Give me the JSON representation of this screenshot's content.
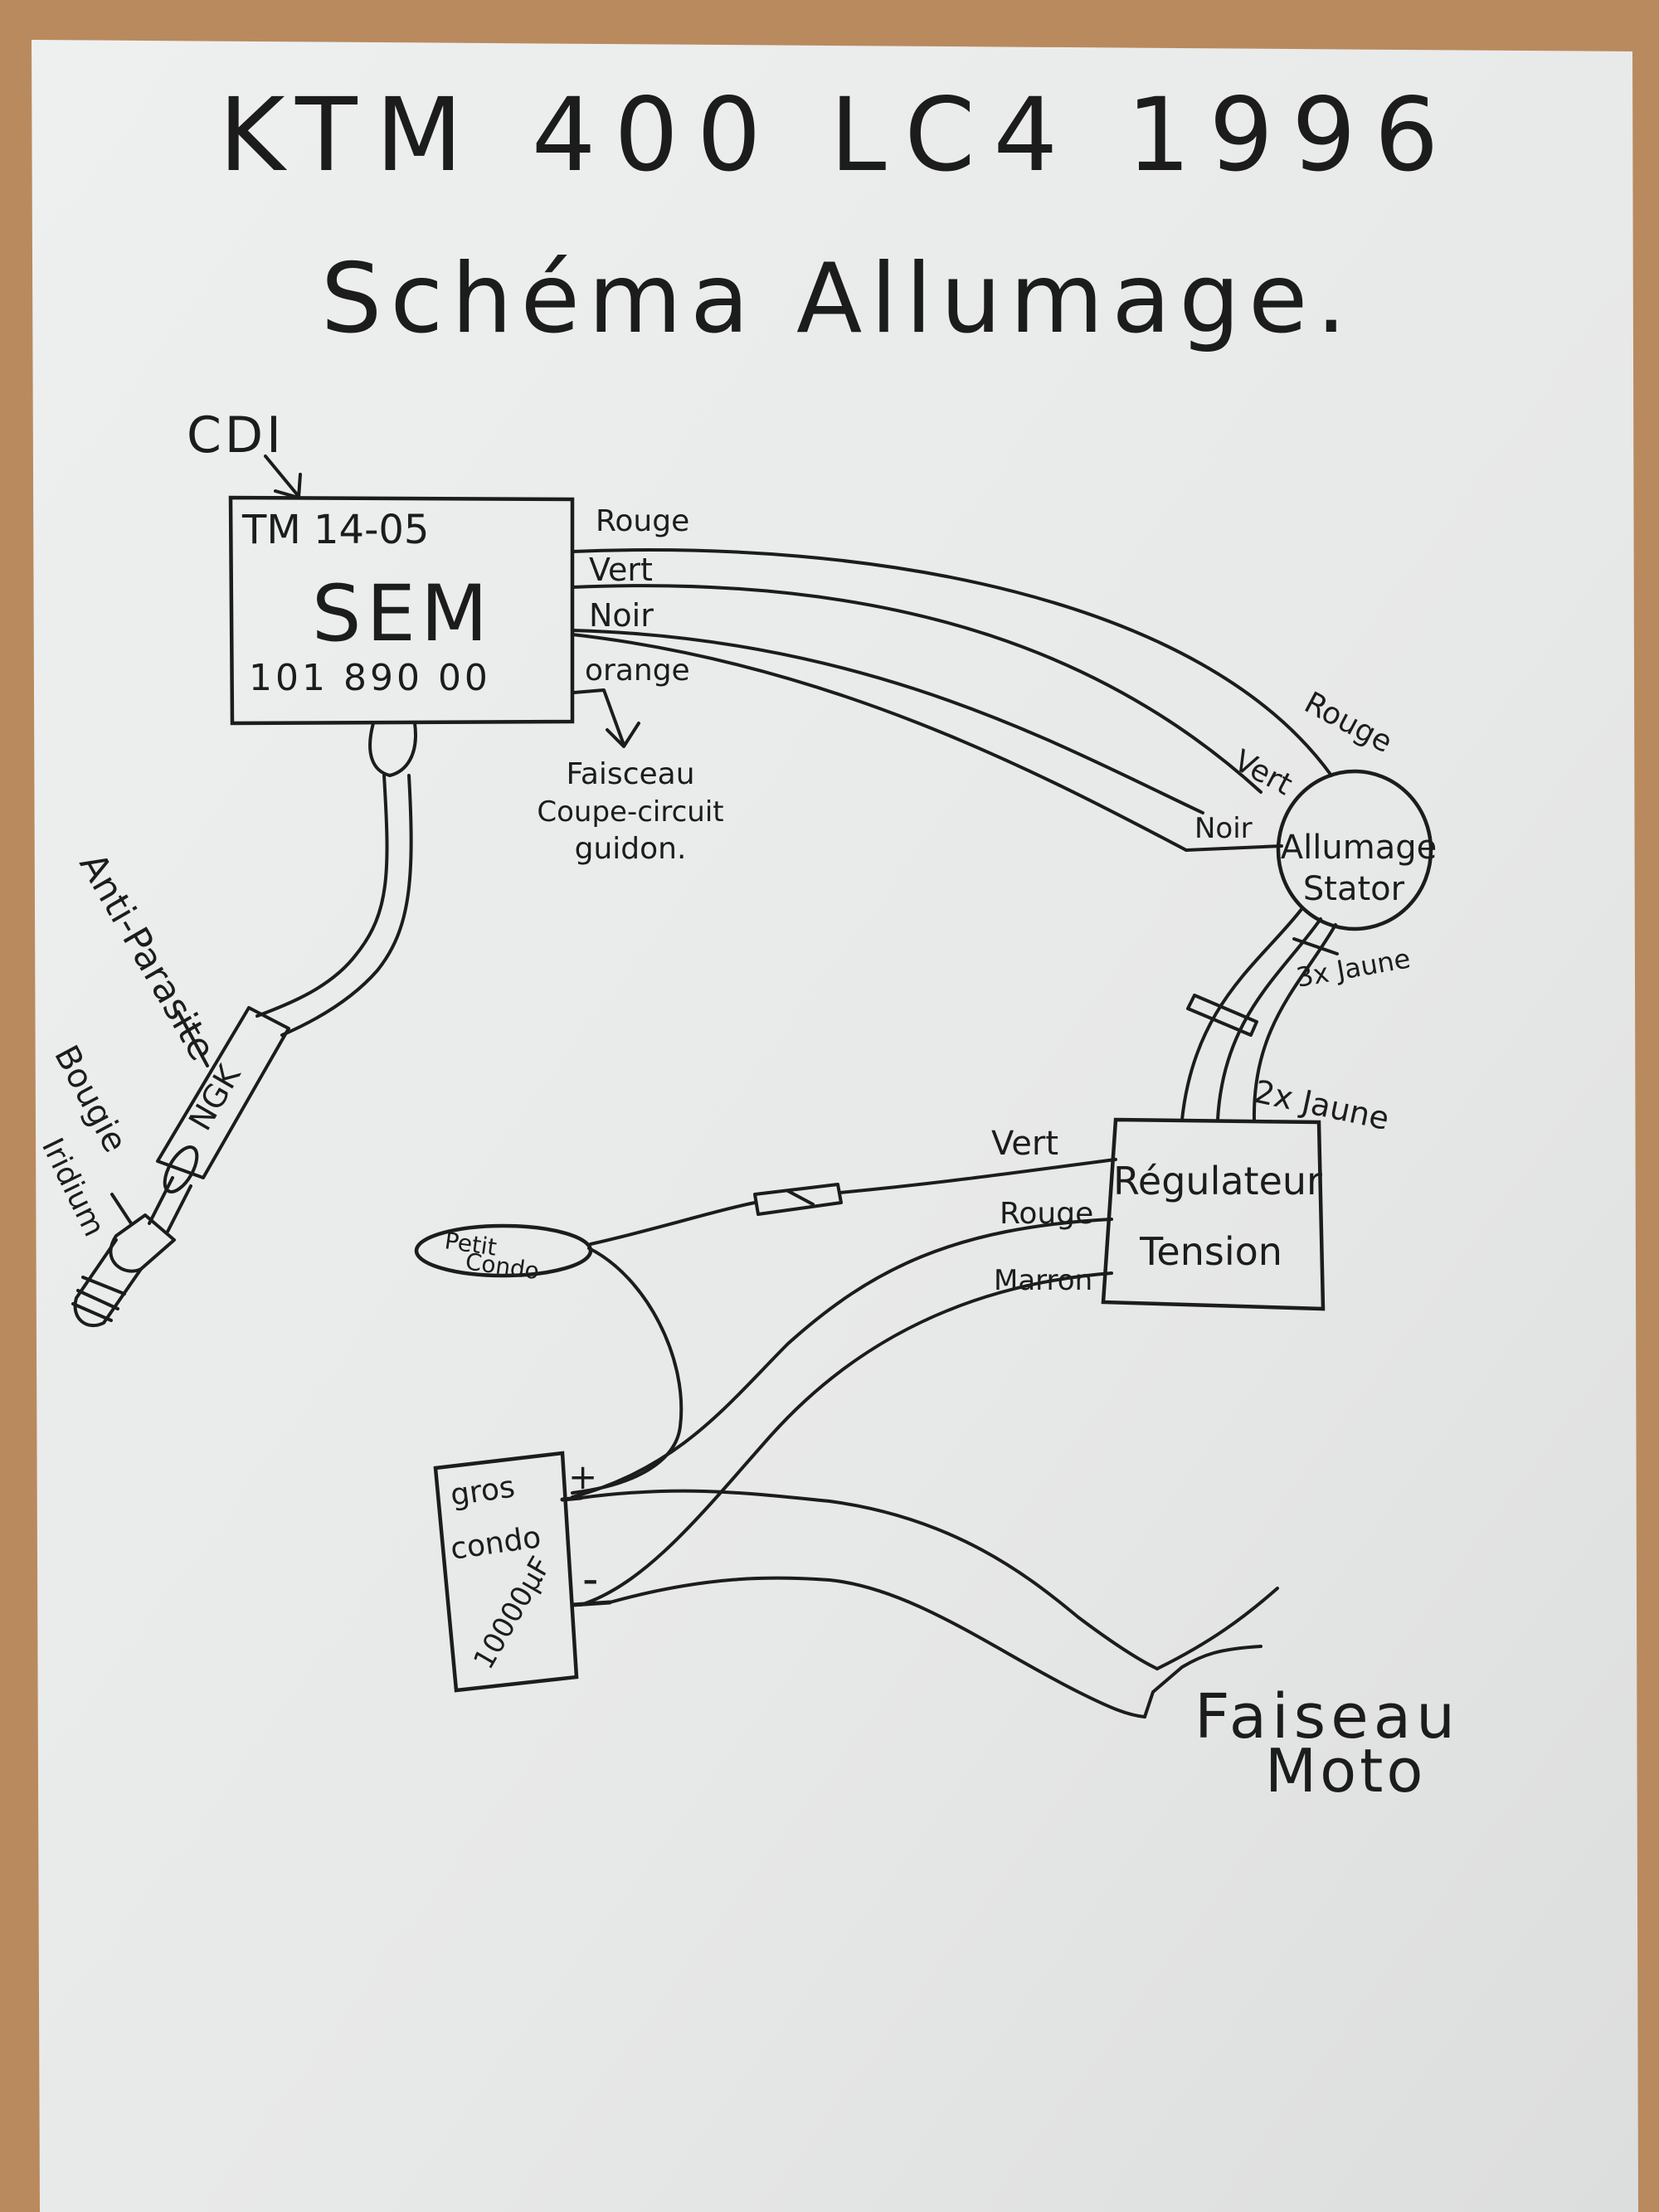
{
  "title": "KTM 400 LC4 1996",
  "subtitle": "Schéma Allumage.",
  "cdi": {
    "label": "CDI",
    "ref_top": "TM 14-05",
    "brand": "SEM",
    "ref_bottom": "101 890 00",
    "wire_labels": [
      "Rouge",
      "Vert",
      "Noir",
      "orange"
    ]
  },
  "harness_cutoff": [
    "Faisceau",
    "Coupe-circuit",
    "guidon."
  ],
  "spark_side": {
    "anti_parasite": "Anti-Parasite",
    "ngk": "NGK",
    "bougie": [
      "Bougie",
      "Iridium"
    ]
  },
  "stator": {
    "label": [
      "Allumage",
      "Stator"
    ],
    "wire_labels": [
      "Rouge",
      "Vert",
      "Noir"
    ],
    "yellow_wires": "3x Jaune"
  },
  "regulator": {
    "label": [
      "Régulateur",
      "Tension"
    ],
    "yellow_wires": "2x Jaune",
    "wire_labels": [
      "Vert",
      "Rouge",
      "Marron"
    ]
  },
  "small_capacitor": [
    "Petit",
    "Condo"
  ],
  "big_capacitor": {
    "label": [
      "gros",
      "condo",
      "10000µF"
    ],
    "plus": "+",
    "minus": "-"
  },
  "bike_harness": [
    "Faiseau",
    "Moto"
  ],
  "colors": {
    "paper": "#e9eaea",
    "ink": "#1c1c1c",
    "table": "#b98a5e"
  }
}
